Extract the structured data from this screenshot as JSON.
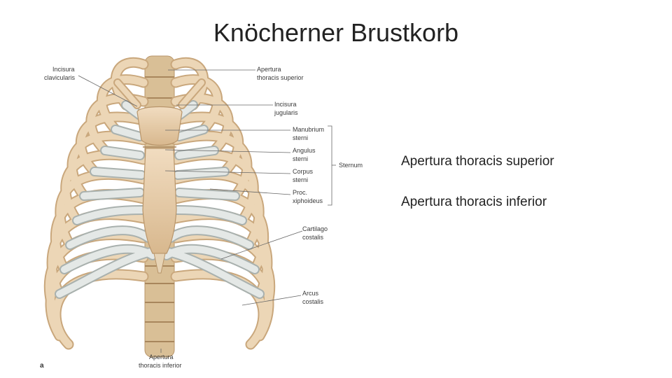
{
  "slide": {
    "title": "Knöcherner Brustkorb",
    "bullets": [
      "Apertura thoracis superior",
      "Apertura thoracis inferior"
    ]
  },
  "figure": {
    "panel_letter": "a",
    "labels": {
      "incisura_clavicularis": [
        "Incisura",
        "clavicularis"
      ],
      "apertura_superior": [
        "Apertura",
        "thoracis superior"
      ],
      "incisura_jugularis": [
        "Incisura",
        "jugularis"
      ],
      "manubrium": [
        "Manubrium",
        "sterni"
      ],
      "angulus": [
        "Angulus",
        "sterni"
      ],
      "corpus": [
        "Corpus",
        "sterni"
      ],
      "proc_xiphoideus": [
        "Proc.",
        "xiphoideus"
      ],
      "sternum": "Sternum",
      "cartilago": [
        "Cartilago",
        "costalis"
      ],
      "arcus": [
        "Arcus",
        "costalis"
      ],
      "apertura_inferior": [
        "Apertura",
        "thoracis inferior"
      ]
    },
    "colors": {
      "bone": "#e8cfae",
      "bone_edge": "#b8956a",
      "cartilage": "#dfe3e1",
      "cartilage_edge": "#a9b1ae",
      "vertebra": "#d9bf96",
      "leader": "#666666"
    }
  }
}
